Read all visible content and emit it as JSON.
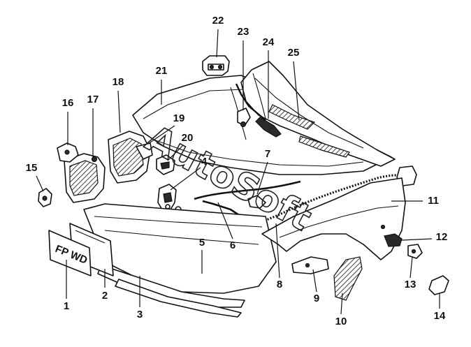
{
  "watermark": "AutoSoft",
  "callouts": [
    {
      "id": 1,
      "label": "1"
    },
    {
      "id": 2,
      "label": "2"
    },
    {
      "id": 3,
      "label": "3"
    },
    {
      "id": 4,
      "label": "4"
    },
    {
      "id": 5,
      "label": "5"
    },
    {
      "id": 6,
      "label": "6"
    },
    {
      "id": 7,
      "label": "7"
    },
    {
      "id": 8,
      "label": "8"
    },
    {
      "id": 9,
      "label": "9"
    },
    {
      "id": 10,
      "label": "10"
    },
    {
      "id": 11,
      "label": "11"
    },
    {
      "id": 12,
      "label": "12"
    },
    {
      "id": 13,
      "label": "13"
    },
    {
      "id": 14,
      "label": "14"
    },
    {
      "id": 15,
      "label": "15"
    },
    {
      "id": 16,
      "label": "16"
    },
    {
      "id": 17,
      "label": "17"
    },
    {
      "id": 18,
      "label": "18"
    },
    {
      "id": 19,
      "label": "19"
    },
    {
      "id": 20,
      "label": "20"
    },
    {
      "id": 21,
      "label": "21"
    },
    {
      "id": 22,
      "label": "22"
    },
    {
      "id": 23,
      "label": "23"
    },
    {
      "id": 24,
      "label": "24"
    },
    {
      "id": 25,
      "label": "25"
    }
  ],
  "license_plate": {
    "text": "FP WD"
  }
}
